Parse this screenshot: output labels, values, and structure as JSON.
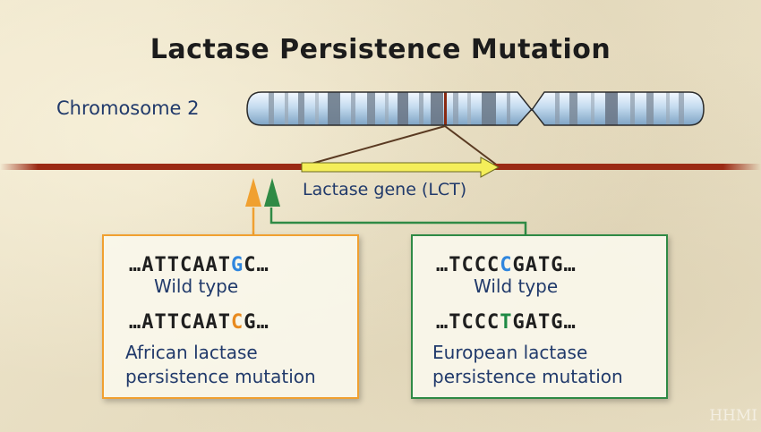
{
  "title": "Lactase Persistence Mutation",
  "chromosome_label": "Chromosome 2",
  "gene_label": "Lactase gene (LCT)",
  "colors": {
    "african_marker": "#f0a030",
    "european_marker": "#2f8a45",
    "wild_type_base": "#2f86de",
    "dna_line": "#9b2a14",
    "gene_arrow": "#f4ee5a"
  },
  "african_box": {
    "wild_seq": {
      "before": "…ATTCAAT",
      "base": "G",
      "after": "C…"
    },
    "wild_label": "Wild type",
    "mut_seq": {
      "before": "…ATTCAAT",
      "base": "C",
      "after": "G…"
    },
    "mut_label_line1": "African lactase",
    "mut_label_line2": "persistence mutation"
  },
  "european_box": {
    "wild_seq": {
      "before": "…TCCC",
      "base": "C",
      "after": "GATG…"
    },
    "wild_label": "Wild type",
    "mut_seq": {
      "before": "…TCCC",
      "base": "T",
      "after": "GATG…"
    },
    "mut_label_line1": "European lactase",
    "mut_label_line2": "persistence mutation"
  },
  "watermark": "HHMI"
}
